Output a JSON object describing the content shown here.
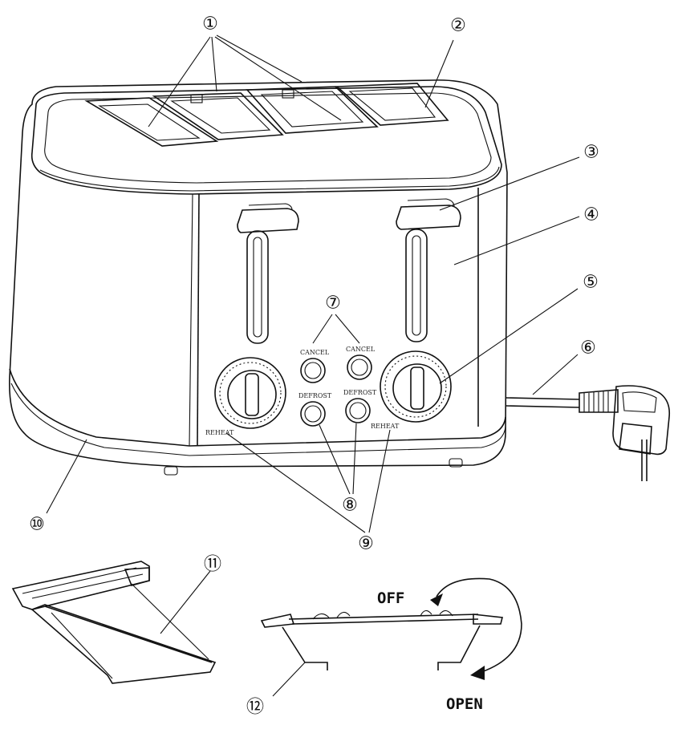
{
  "callouts": [
    {
      "id": "1",
      "glyph": "①"
    },
    {
      "id": "2",
      "glyph": "②"
    },
    {
      "id": "3",
      "glyph": "③"
    },
    {
      "id": "4",
      "glyph": "④"
    },
    {
      "id": "5",
      "glyph": "⑤"
    },
    {
      "id": "6",
      "glyph": "⑥"
    },
    {
      "id": "7",
      "glyph": "⑦"
    },
    {
      "id": "8",
      "glyph": "⑧"
    },
    {
      "id": "9",
      "glyph": "⑨"
    },
    {
      "id": "10",
      "glyph": "⑩"
    },
    {
      "id": "11",
      "glyph": "⑪"
    },
    {
      "id": "12",
      "glyph": "⑫"
    }
  ],
  "button_labels": {
    "cancel_left": "CANCEL",
    "cancel_right": "CANCEL",
    "defrost_left": "DEFROST",
    "defrost_right": "DEFROST",
    "reheat_left": "REHEAT",
    "reheat_right": "REHEAT"
  },
  "rack_states": {
    "off": "OFF",
    "open": "OPEN"
  }
}
